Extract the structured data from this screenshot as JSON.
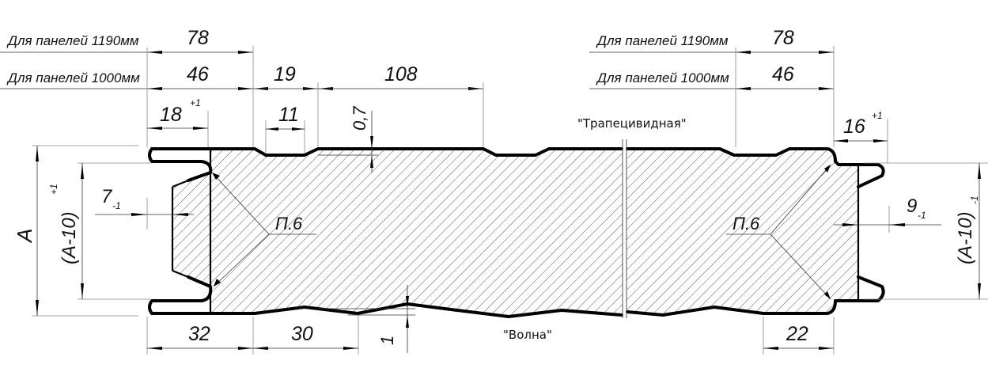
{
  "drawing": {
    "title": "Sandwich panel cross-section with lock joints",
    "hatch_color": "#333333",
    "line_color": "#000000",
    "background": "#ffffff"
  },
  "left_labels": {
    "panel_1190": "Для панелей 1190мм",
    "panel_1000": "Для панелей 1000мм"
  },
  "right_labels": {
    "panel_1190": "Для панелей 1190мм",
    "panel_1000": "Для панелей 1000мм"
  },
  "top_dims": {
    "left_1190": "78",
    "left_1000": "46",
    "lock_left": "18",
    "lock_left_tol": "+1",
    "groove_pitch": "19",
    "groove_width": "11",
    "groove_depth": "0,7",
    "groove_spacing": "108",
    "right_1190": "78",
    "right_1000": "46",
    "lock_right": "16",
    "lock_right_tol": "+1"
  },
  "side_dims": {
    "overall": "A",
    "inner_left": "(A-10)",
    "inner_left_tol": "+1",
    "inner_right": "(A-10)",
    "inner_right_tol": "-1",
    "tongue_left": "7",
    "tongue_left_tol": "-1",
    "tongue_right": "9",
    "tongue_right_tol": "-1"
  },
  "callouts": {
    "left": "П.6",
    "right": "П.6"
  },
  "profile_names": {
    "top": "\"Трапецивидная\"",
    "bottom": "\"Волна\""
  },
  "bottom_dims": {
    "edge_left": "32",
    "wave_pitch": "30",
    "wave_depth": "1",
    "edge_right": "22"
  }
}
